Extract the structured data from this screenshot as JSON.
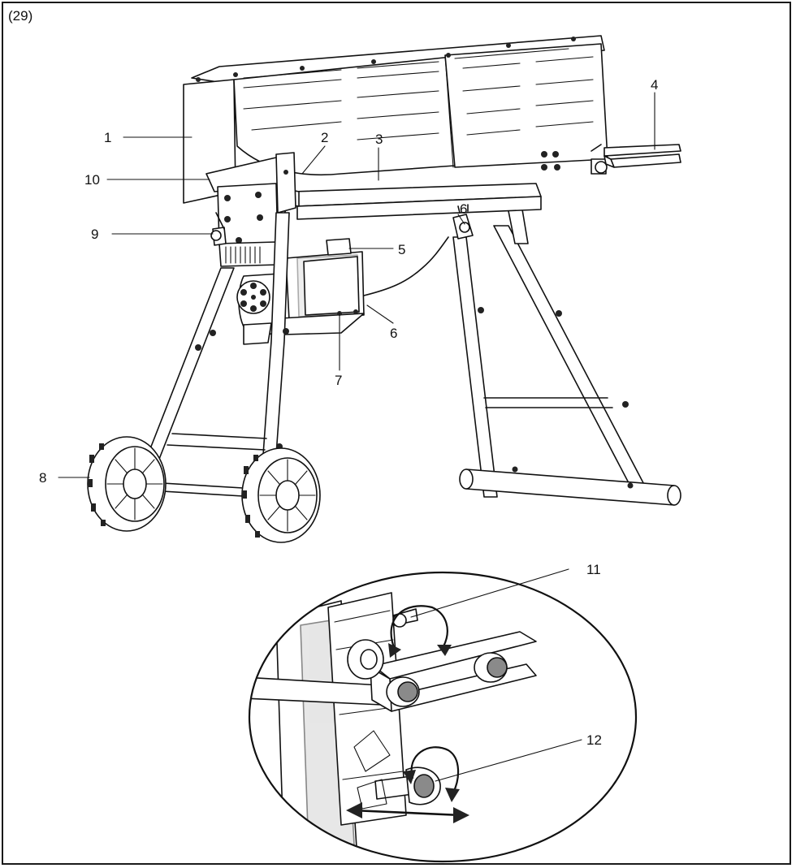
{
  "figure": {
    "label": "(29)"
  },
  "callouts": [
    "1",
    "2",
    "3",
    "4",
    "5",
    "6",
    "6",
    "7",
    "8",
    "9",
    "10",
    "11",
    "12"
  ]
}
